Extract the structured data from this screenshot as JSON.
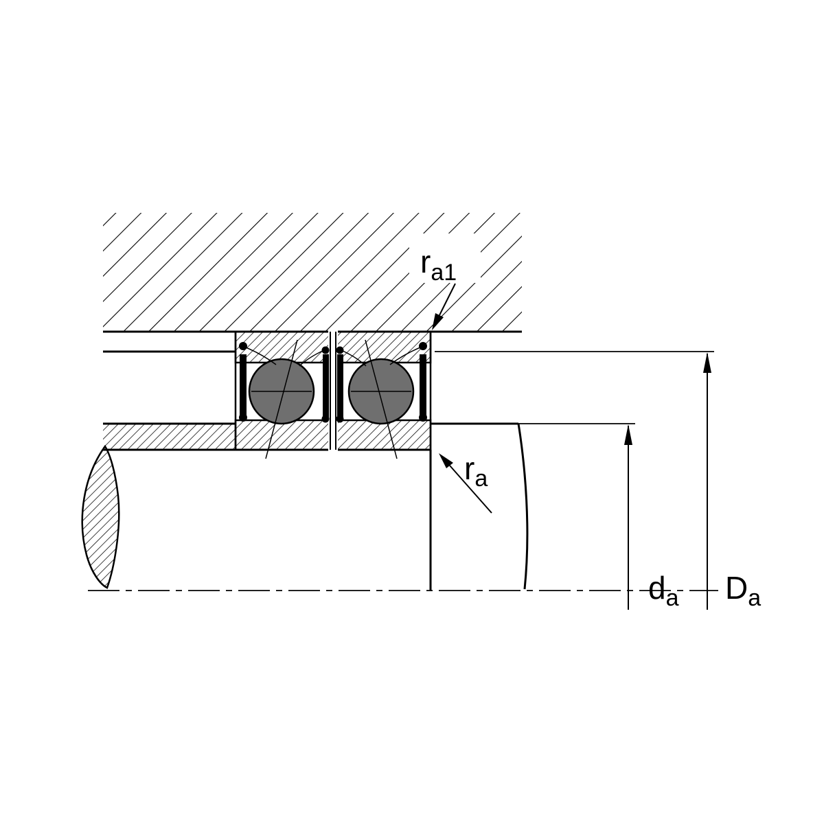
{
  "diagram": {
    "labels": {
      "ra1": {
        "base": "r",
        "sub": "a1"
      },
      "ra": {
        "base": "r",
        "sub": "a"
      },
      "da": {
        "base": "d",
        "sub": "a"
      },
      "Da": {
        "base": "D",
        "sub": "a"
      }
    },
    "colors": {
      "stroke": "#000000",
      "ball_fill": "#6f6f6f",
      "background": "#ffffff"
    }
  }
}
